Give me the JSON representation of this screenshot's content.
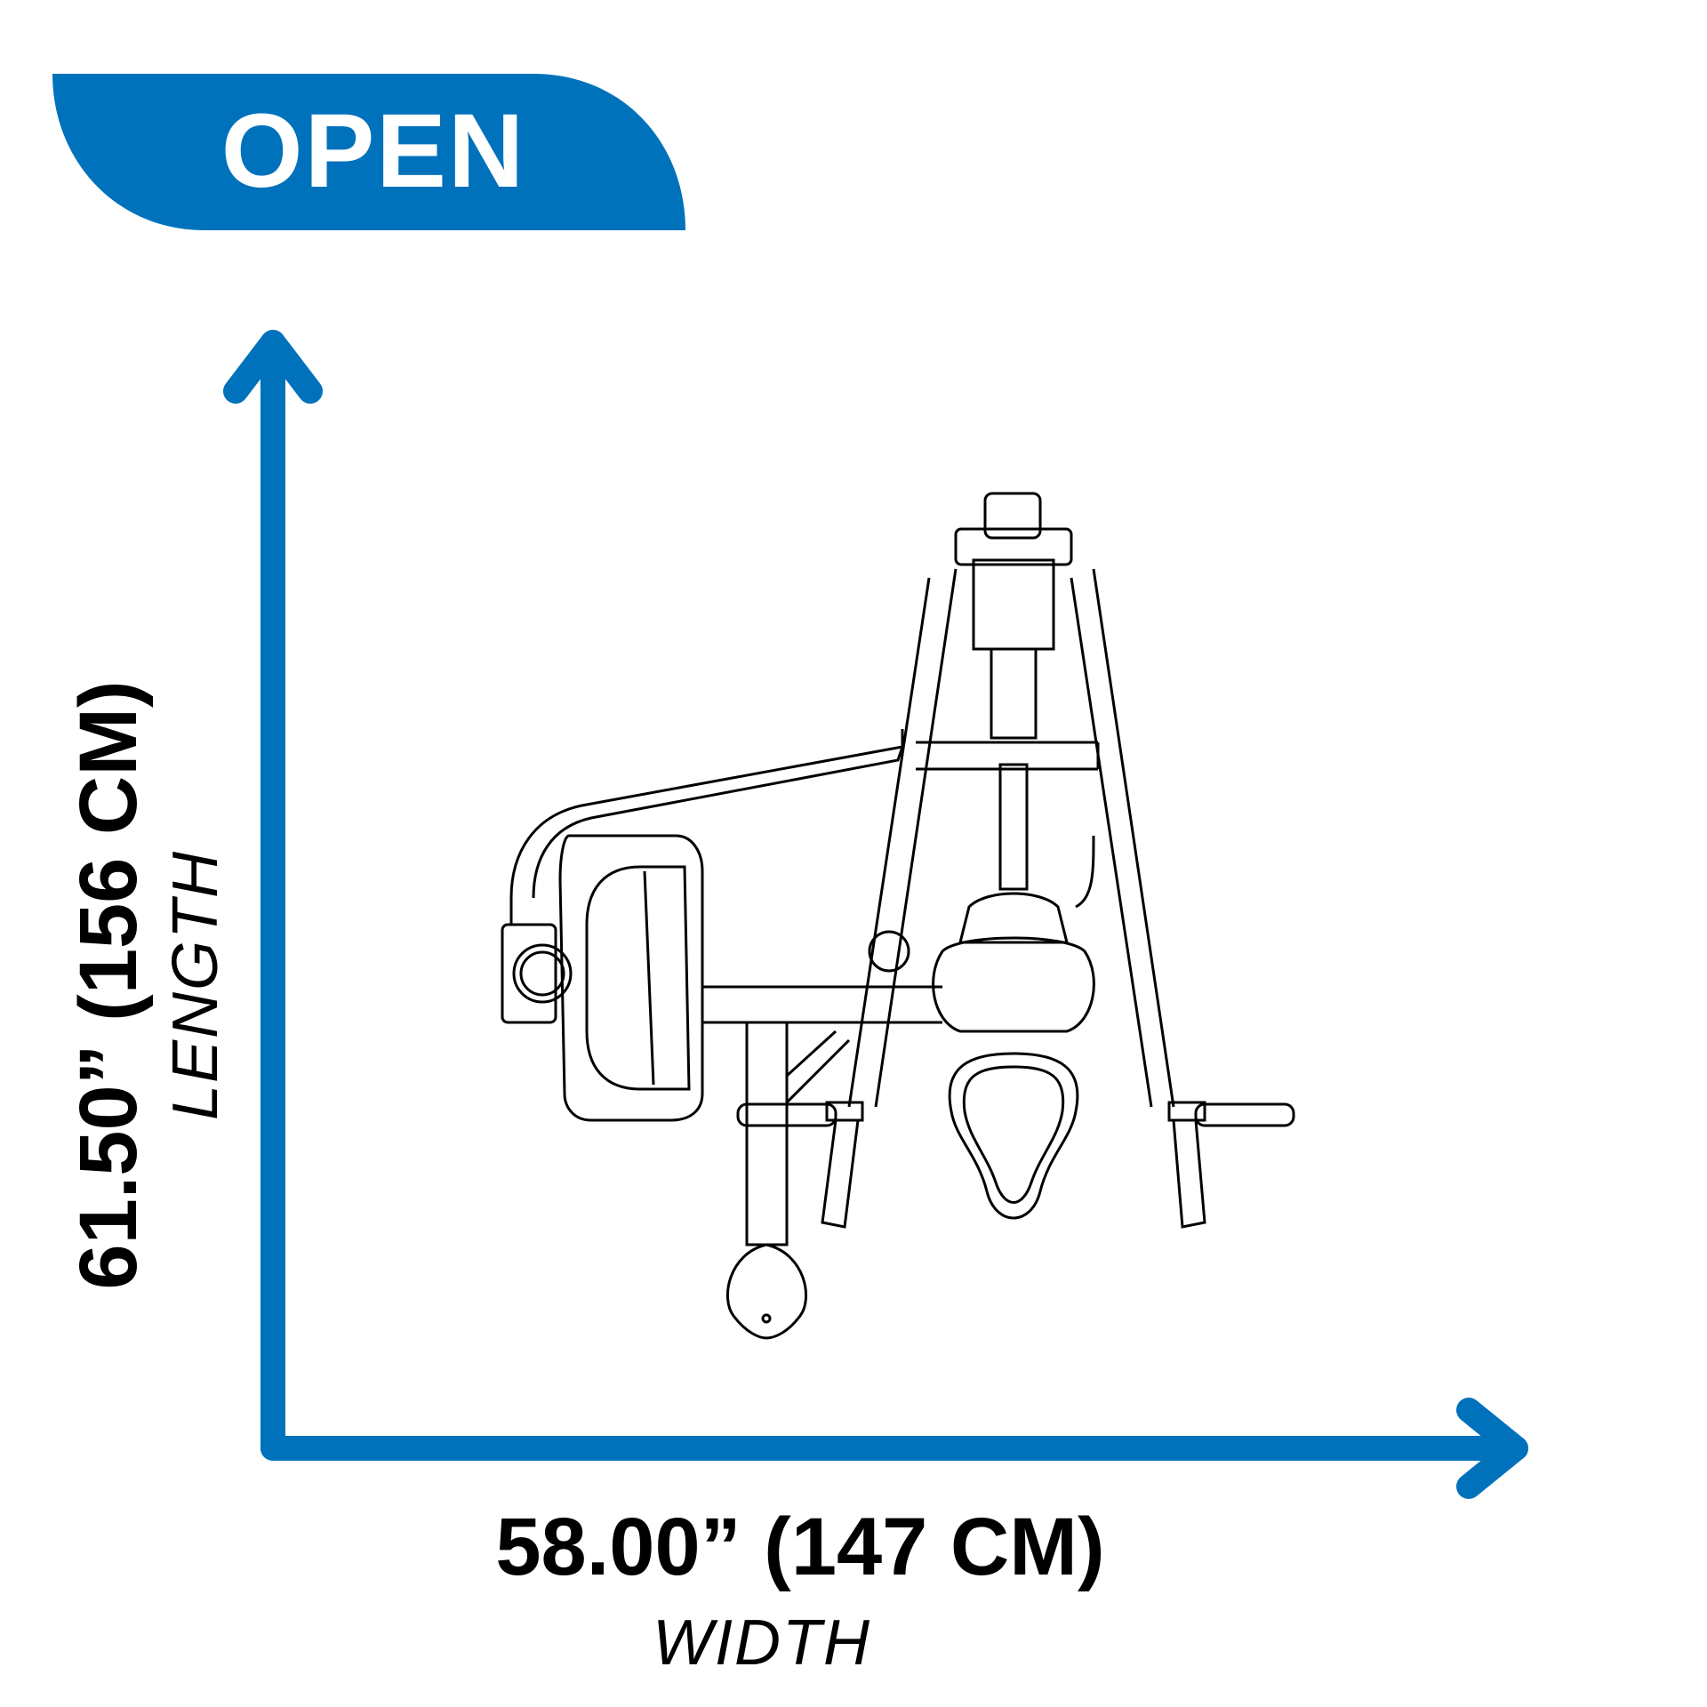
{
  "badge": {
    "label": "OPEN"
  },
  "dimensions": {
    "width": {
      "value": "58.00” (147 CM)",
      "label": "WIDTH"
    },
    "length": {
      "value": "61.50” (156 CM)",
      "label": "LENGTH"
    }
  },
  "colors": {
    "accent": "#0072BC",
    "line": "#000000"
  }
}
